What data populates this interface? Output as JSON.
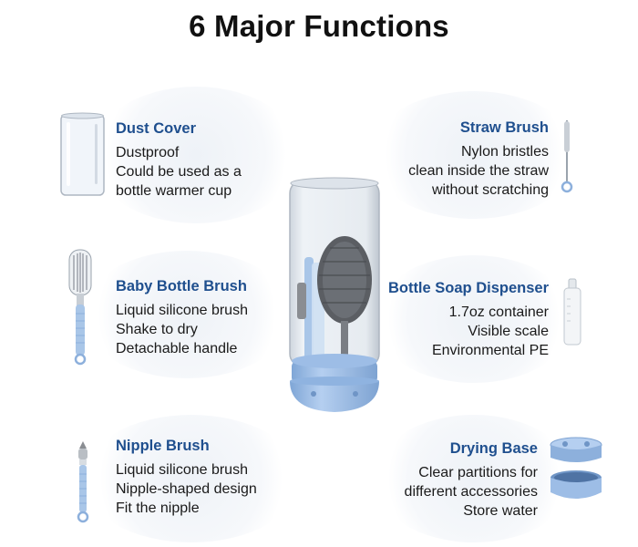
{
  "title": "6 Major Functions",
  "features": {
    "dust_cover": {
      "title": "Dust Cover",
      "lines": [
        "Dustproof",
        "Could be used as a",
        "bottle warmer cup"
      ],
      "icon": "glass-cup-icon"
    },
    "straw_brush": {
      "title": "Straw Brush",
      "lines": [
        "Nylon bristles",
        "clean inside the straw",
        "without scratching"
      ],
      "icon": "straw-brush-icon"
    },
    "baby_bottle_brush": {
      "title": "Baby Bottle Brush",
      "lines": [
        "Liquid silicone brush",
        "Shake to dry",
        "Detachable handle"
      ],
      "icon": "bottle-brush-icon"
    },
    "soap_dispenser": {
      "title": "Bottle Soap Dispenser",
      "lines": [
        "1.7oz container",
        "Visible scale",
        "Environmental PE"
      ],
      "icon": "soap-dispenser-icon"
    },
    "nipple_brush": {
      "title": "Nipple Brush",
      "lines": [
        "Liquid silicone brush",
        "Nipple-shaped design",
        "Fit the nipple"
      ],
      "icon": "nipple-brush-icon"
    },
    "drying_base": {
      "title": "Drying Base",
      "lines": [
        "Clear partitions for",
        "different accessories",
        "Store water"
      ],
      "icon": "drying-base-icon"
    }
  },
  "colors": {
    "heading": "#1f4f8e",
    "silicone_blue": "#a9c6e8",
    "silicone_dark": "#8db0dc",
    "brush_gray": "#5b5e63"
  }
}
